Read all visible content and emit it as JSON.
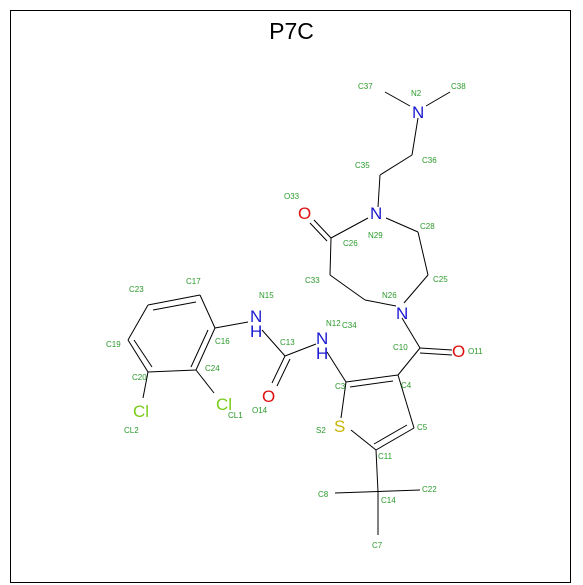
{
  "title": "P7C",
  "colors": {
    "carbon_label": "#2a9a2a",
    "nitrogen": "#1a1ad0",
    "oxygen": "#e01010",
    "sulfur": "#c8b400",
    "chlorine": "#7acc1a",
    "bond": "#000000"
  },
  "atoms": {
    "C37": "C37",
    "N2": "N2",
    "C38": "C38",
    "C35": "C35",
    "C36": "C36",
    "O33": "O33",
    "N29": "N29",
    "C28": "C28",
    "C26": "C26",
    "C33": "C33",
    "C25": "C25",
    "N26": "N26",
    "C17": "C17",
    "C23": "C23",
    "N15": "N15",
    "N12": "N12",
    "C34": "C34",
    "C19": "C19",
    "C16": "C16",
    "C13": "C13",
    "C10": "C10",
    "O11": "O11",
    "C20": "C20",
    "C24": "C24",
    "C3": "C3",
    "C4": "C4",
    "CL1": "CL1",
    "O14": "O14",
    "CL2": "CL2",
    "C5": "C5",
    "S2": "S2",
    "C11": "C11",
    "C8": "C8",
    "C14": "C14",
    "C22": "C22",
    "C7": "C7"
  },
  "symbols": {
    "N": "N",
    "O": "O",
    "S": "S",
    "Cl": "Cl",
    "NH": "N",
    "H": "H"
  }
}
